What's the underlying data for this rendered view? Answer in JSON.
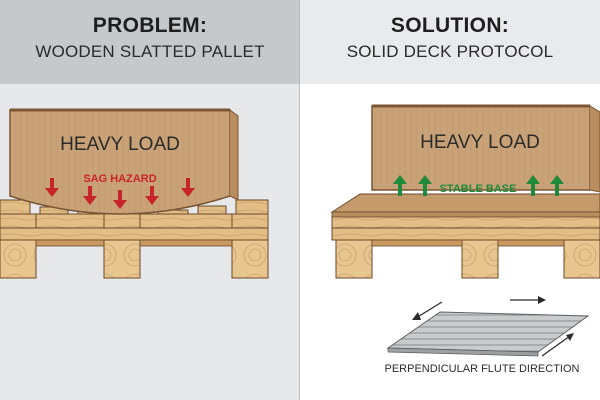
{
  "problem": {
    "title": "PROBLEM:",
    "subtitle": "WOODEN SLATTED PALLET",
    "box_label": "HEAVY LOAD",
    "hazard_label": "SAG HAZARD"
  },
  "solution": {
    "title": "SOLUTION:",
    "subtitle": "SOLID DECK PROTOCOL",
    "box_label": "HEAVY LOAD",
    "base_label": "STABLE BASE",
    "flute_caption": "PERPENDICULAR FLUTE DIRECTION"
  },
  "colors": {
    "cardboard": "#caa277",
    "wood": "#e2bd86",
    "hazard_red": "#c8242b",
    "stable_green": "#1f8a3a"
  }
}
